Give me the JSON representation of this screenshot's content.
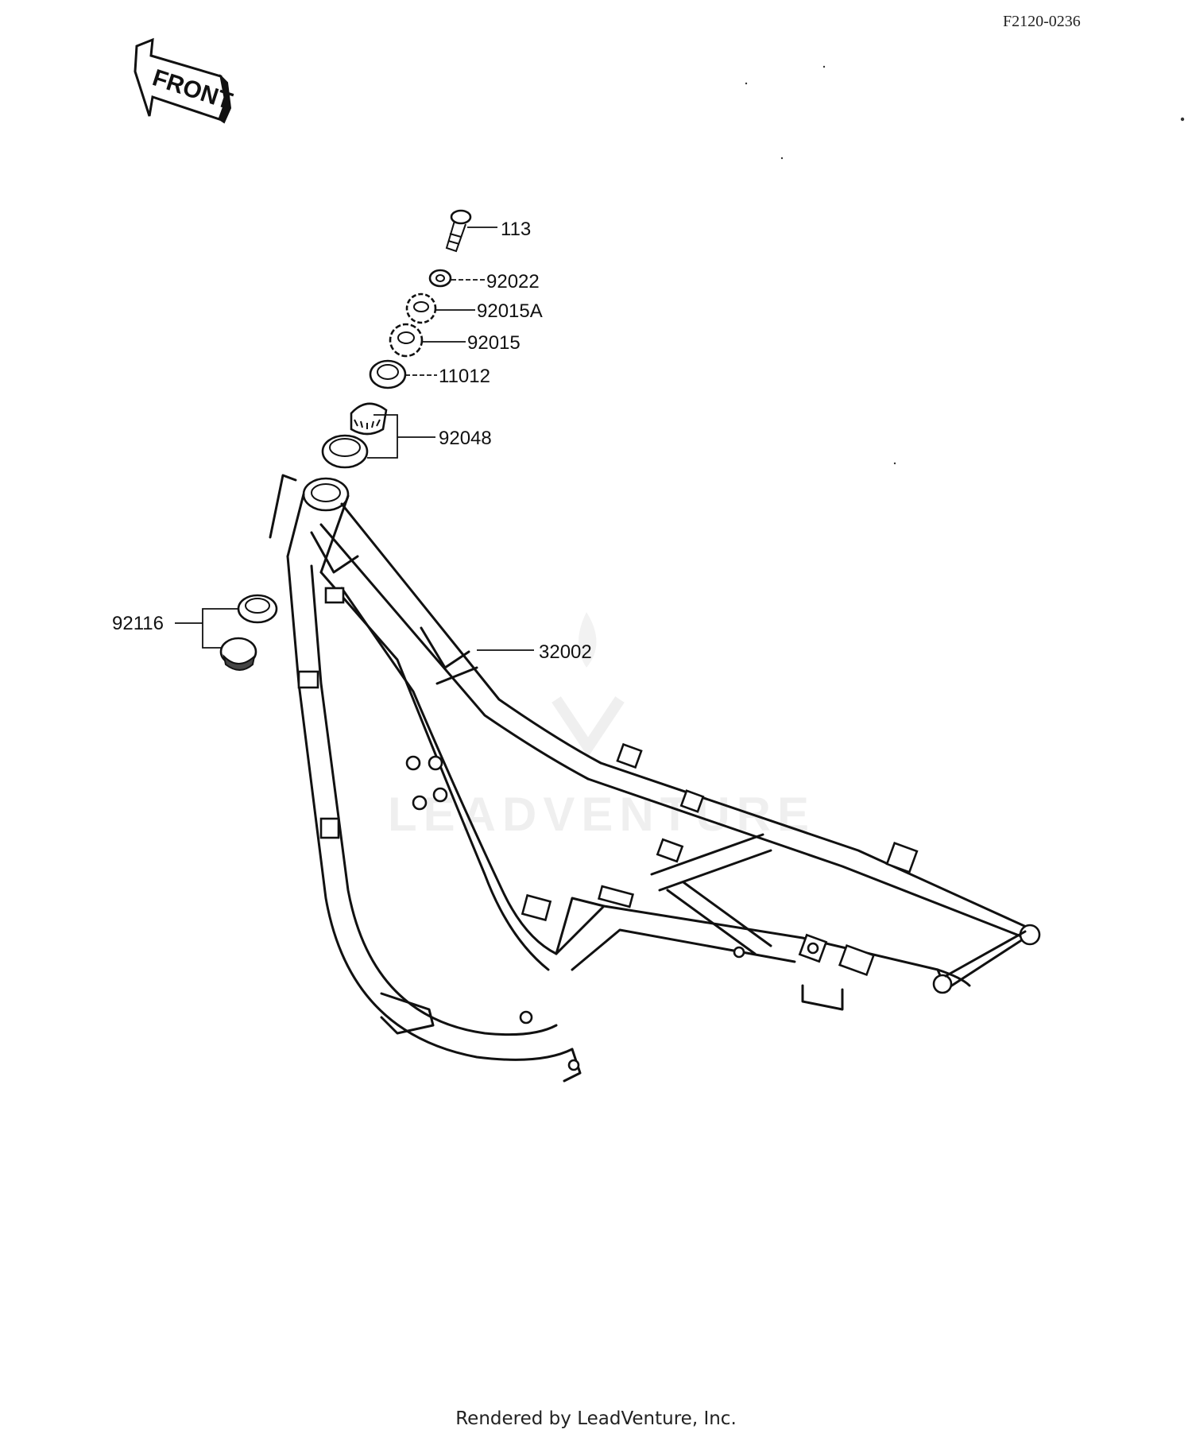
{
  "drawing_code": "F2120-0236",
  "front_label": "FRONT",
  "watermark": "LEADVENTURE",
  "callouts": {
    "c113": "113",
    "c92022": "92022",
    "c92015a": "92015A",
    "c92015": "92015",
    "c11012": "11012",
    "c92048": "92048",
    "c92116": "92116",
    "c32002": "32002"
  },
  "footer": "Rendered by LeadVenture, Inc."
}
